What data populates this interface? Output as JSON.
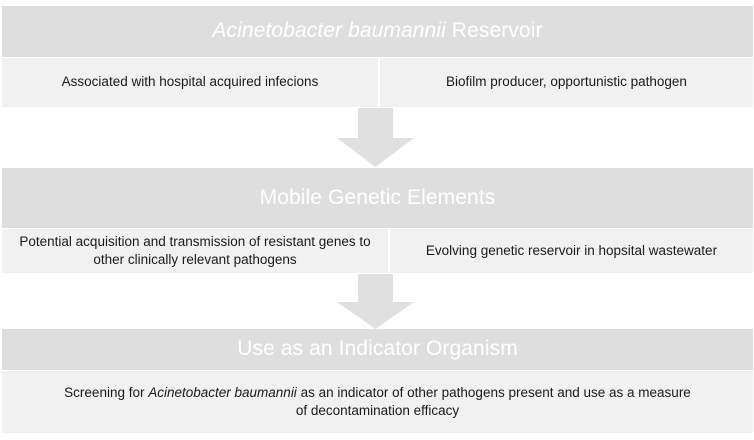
{
  "diagram": {
    "type": "flowchart",
    "orientation": "vertical",
    "accent_band_color": "#dedede",
    "subbox_color": "#f1f1f1",
    "arrow_color": "#e0e0e0",
    "header_text_color": "#ffffff",
    "body_text_color": "#1a1a1a",
    "sections": [
      {
        "id": "reservoir",
        "title_species": "Acinetobacter baumannii",
        "title_rest": " Reservoir",
        "title_full": "Acinetobacter baumannii Reservoir",
        "boxes": [
          {
            "text": "Associated with hospital acquired infecions"
          },
          {
            "text": "Biofilm producer, opportunistic pathogen"
          }
        ]
      },
      {
        "id": "mobile-genetic-elements",
        "title_species": "",
        "title_rest": "Mobile Genetic Elements",
        "title_full": "Mobile Genetic Elements",
        "boxes": [
          {
            "text": "Potential acquisition and transmission of resistant genes to other clinically relevant pathogens"
          },
          {
            "text": "Evolving genetic reservoir in hopsital wastewater"
          }
        ]
      },
      {
        "id": "indicator-organism",
        "title_species": "",
        "title_rest": "Use as an Indicator Organism",
        "title_full": "Use as an Indicator Organism",
        "boxes": [
          {
            "text_before": "Screening for ",
            "species": "Acinetobacter baumannii",
            "text_after": " as an indicator of other pathogens present and use as a measure of decontamination efficacy",
            "text": "Screening for Acinetobacter baumannii as an indicator of other pathogens present and use as a measure of decontamination efficacy"
          }
        ]
      }
    ],
    "connectors": [
      {
        "id": "arrow-1",
        "icon": "arrow-down-icon",
        "from": "reservoir",
        "to": "mobile-genetic-elements"
      },
      {
        "id": "arrow-2",
        "icon": "arrow-down-icon",
        "from": "mobile-genetic-elements",
        "to": "indicator-organism"
      }
    ]
  }
}
